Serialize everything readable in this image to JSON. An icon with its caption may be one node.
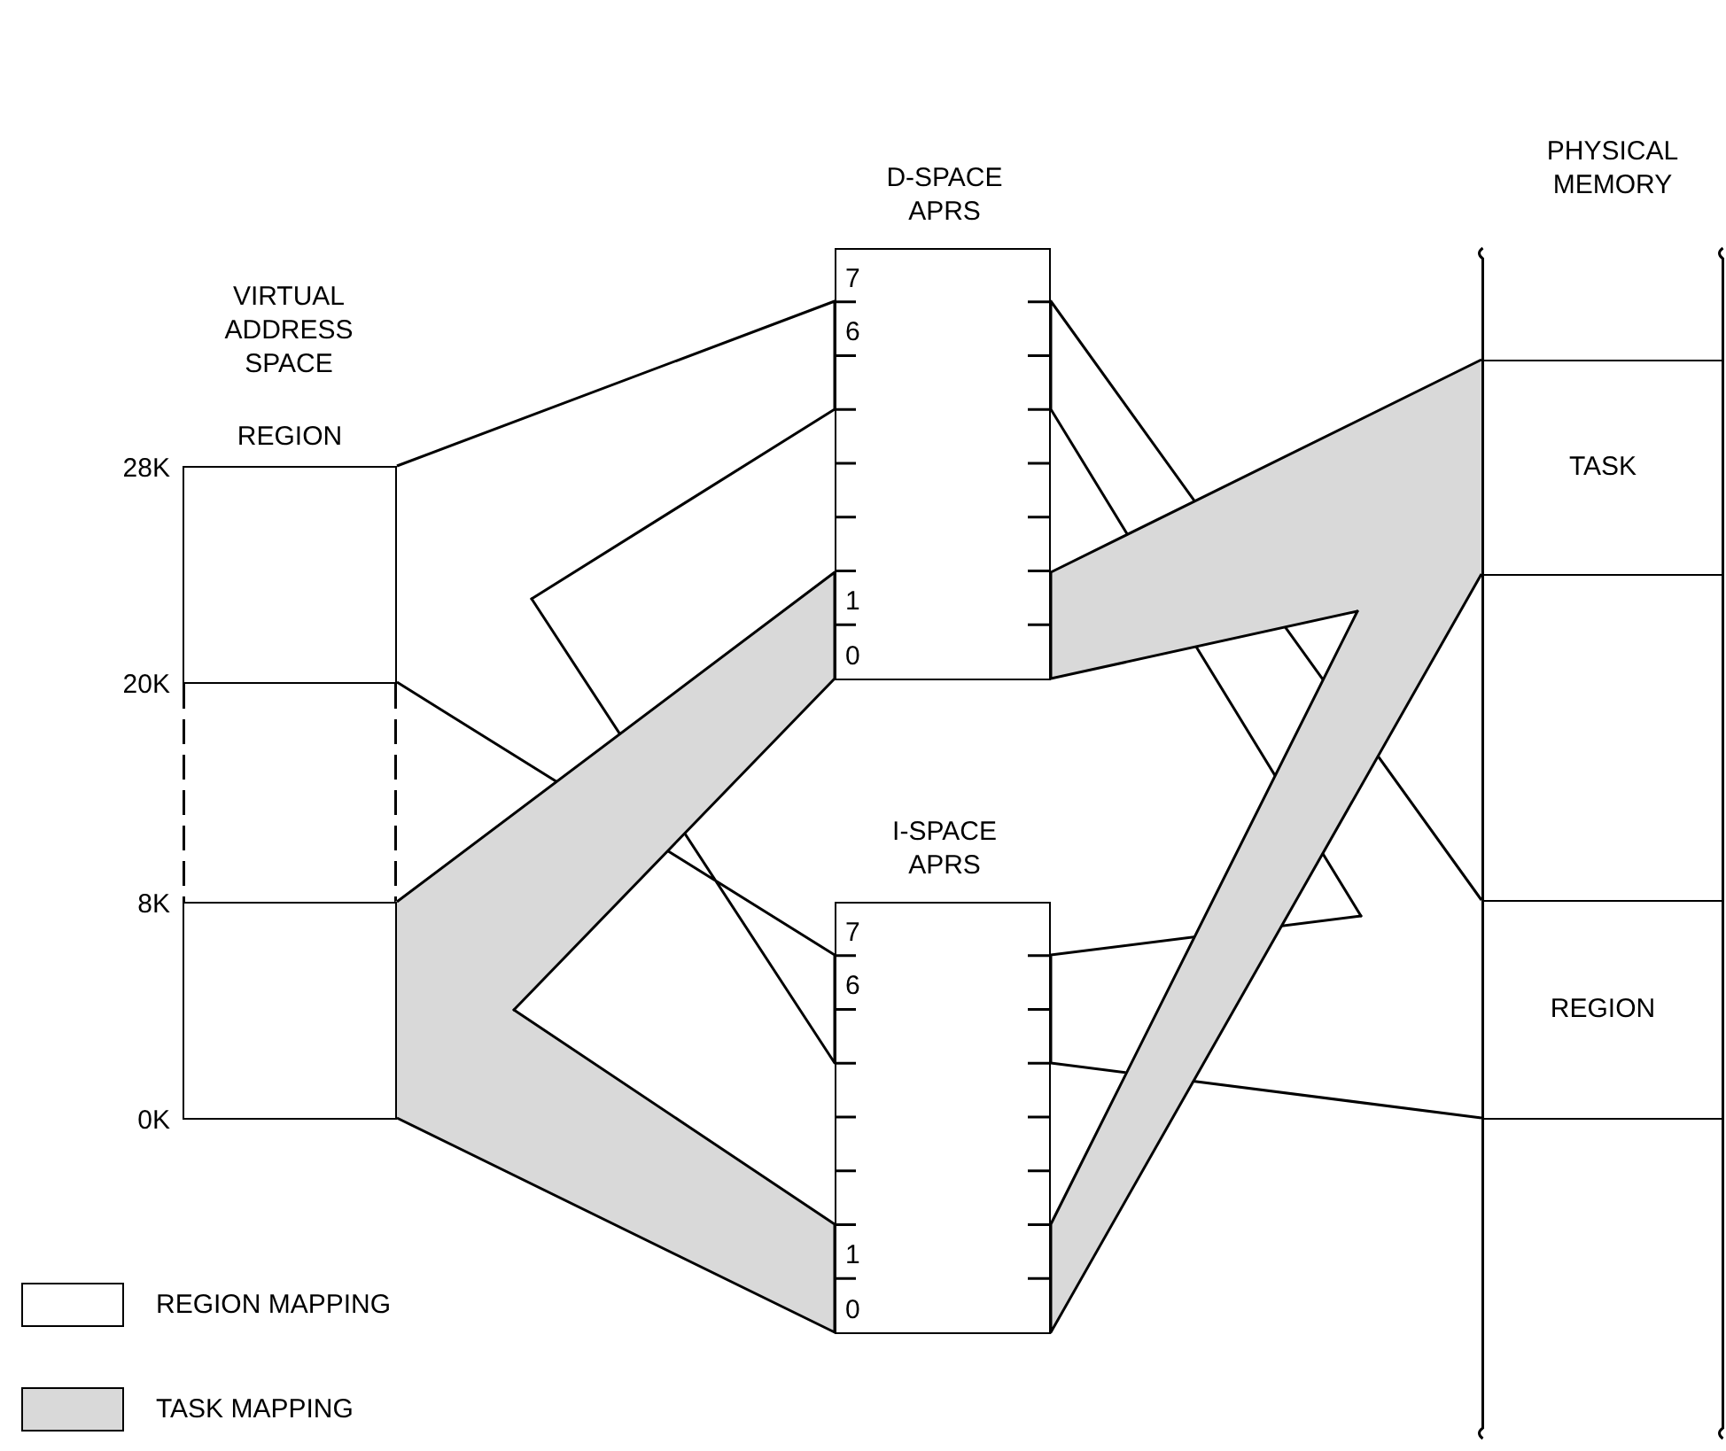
{
  "diagram": {
    "nodes": [
      {
        "text": [
          "REGION"
        ]
      },
      {
        "text": [],
        "shape": "box"
      },
      {
        "text": [
          "D-SPACE APRS",
          "7",
          "6",
          "1",
          "0"
        ]
      },
      {
        "text": [
          "I-SPACE APRS",
          "7",
          "6",
          "1",
          "0"
        ]
      },
      {
        "text": [
          "PHYSICAL MEMORY"
        ]
      },
      {
        "text": [
          "TASK"
        ],
        "in": 4
      },
      {
        "text": [
          "REGION"
        ],
        "in": 4
      }
    ],
    "edges": [
      {
        "from": 0,
        "to": 2,
        "arrow": "none"
      },
      {
        "from": 0,
        "to": 3,
        "arrow": "none"
      },
      {
        "from": 2,
        "to": 6,
        "arrow": "none"
      },
      {
        "from": 3,
        "to": 6,
        "arrow": "none"
      },
      {
        "from": 1,
        "to": 2,
        "arrow": "none"
      },
      {
        "from": 1,
        "to": 3,
        "arrow": "none"
      },
      {
        "from": 2,
        "to": 5,
        "arrow": "none"
      },
      {
        "from": 3,
        "to": 5,
        "arrow": "none"
      }
    ],
    "labels": [
      "VIRTUAL ADDRESS SPACE",
      "28K",
      "20K",
      "8K",
      "0K"
    ],
    "legend": [
      {
        "text": "REGION MAPPING",
        "color": "#ffffff"
      },
      {
        "text": "TASK MAPPING",
        "color": "#d9d9d9"
      }
    ]
  }
}
